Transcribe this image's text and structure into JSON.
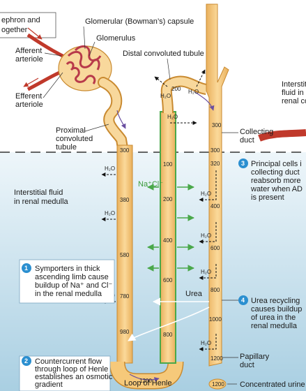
{
  "colors": {
    "cortex_bg": "#ffffff",
    "medulla_top": "#eef6fa",
    "medulla_bottom": "#a9cfe2",
    "tubule_fill": "#f6c97a",
    "tubule_stroke": "#c98a30",
    "sodium_green": "#4aa84a",
    "badge_blue": "#2b8fd0",
    "arrow_purple": "#6a4fa0",
    "vessel_red": "#c0392b"
  },
  "labels": {
    "top_left_note_line1": "ephron and",
    "top_left_note_line2": "ogether",
    "glomerular_capsule": "Glomerular (Bowman’s) capsule",
    "glomerulus": "Glomerulus",
    "afferent_line1": "Afferent",
    "afferent_line2": "arteriole",
    "efferent_line1": "Efferent",
    "efferent_line2": "arteriole",
    "distal_tubule": "Distal convoluted tubule",
    "proximal_line1": "Proximal",
    "proximal_line2": "convoluted",
    "proximal_line3": "tubule",
    "collecting_line1": "Collecting",
    "collecting_line2": "duct",
    "interstitial_cortex_line1": "Interstiti",
    "interstitial_cortex_line2": "fluid in",
    "interstitial_cortex_line3": "renal co",
    "interstitial_medulla_line1": "Interstitial fluid",
    "interstitial_medulla_line2": "in renal medulla",
    "nacl": "Na⁺Cl⁻",
    "urea": "Urea",
    "water": "H₂O",
    "loop_of_henle": "Loop of Henle",
    "papillary_line1": "Papillary",
    "papillary_line2": "duct",
    "concentrated_urine": "Concentrated urine"
  },
  "osmolarity": {
    "cortex_distal_1": "200",
    "cortex_collecting": "300",
    "proximal_exit": "300",
    "desc_380": "380",
    "desc_580": "580",
    "desc_780": "780",
    "desc_980": "980",
    "bottom_1200": "1200",
    "asc_100": "100",
    "asc_200": "200",
    "asc_400": "400",
    "asc_600": "600",
    "asc_800": "800",
    "cd_300": "300",
    "cd_320": "320",
    "cd_400": "400",
    "cd_600": "600",
    "cd_800": "800",
    "cd_1000": "1000",
    "cd_1200": "1200",
    "urine_1200": "1200"
  },
  "callouts": [
    {
      "number": "1",
      "lines": [
        "Symporters in thick",
        "ascending limb cause",
        "buildup of Na⁺ and Cl⁻",
        "in the renal medulla"
      ]
    },
    {
      "number": "2",
      "lines": [
        "Countercurrent flow",
        "through loop of Henle",
        "establishes an osmotic",
        "gradient"
      ]
    },
    {
      "number": "3",
      "lines": [
        "Principal cells i",
        "collecting duct",
        "reabsorb more",
        "water when AD",
        "is present"
      ]
    },
    {
      "number": "4",
      "lines": [
        "Urea recycling",
        "causes buildup",
        "of urea in the",
        "renal medulla"
      ]
    }
  ]
}
